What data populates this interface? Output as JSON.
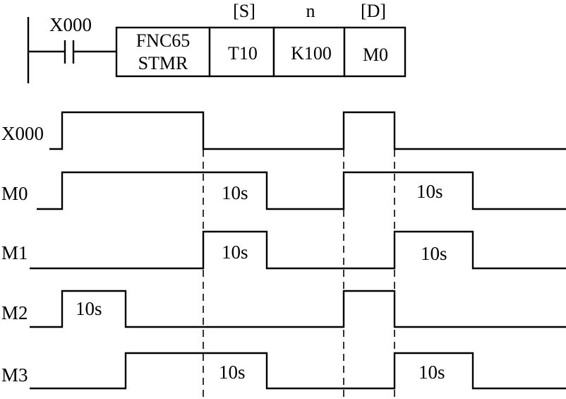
{
  "ladder": {
    "contact_label": "X000",
    "instruction": {
      "line1": "FNC65",
      "line2": "STMR"
    },
    "operand_headers": {
      "s": "[S]",
      "n": "n",
      "d": "[D]"
    },
    "operands": {
      "s": "T10",
      "n": "K100",
      "d": "M0"
    }
  },
  "timing": {
    "signals": [
      {
        "label": "X000"
      },
      {
        "label": "M0",
        "annotations": [
          "10s",
          "10s"
        ]
      },
      {
        "label": "M1",
        "annotations": [
          "10s",
          "10s"
        ]
      },
      {
        "label": "M2",
        "annotations": [
          "10s"
        ]
      },
      {
        "label": "M3",
        "annotations": [
          "10s",
          "10s"
        ]
      }
    ]
  }
}
